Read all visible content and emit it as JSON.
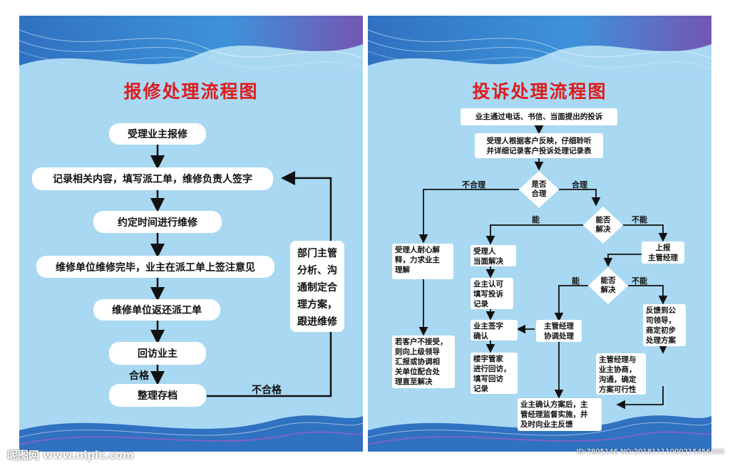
{
  "left": {
    "title": "报修处理流程图",
    "steps": [
      "受理业主报修",
      "记录相关内容，填写派工单，维修负责人签字",
      "约定时间进行维修",
      "维修单位维修完毕，业主在派工单上签注意见",
      "维修单位返还派工单",
      "回访业主",
      "整理存档"
    ],
    "side_box": [
      "部门主管",
      "分析、沟",
      "通制定合",
      "理方案，",
      "跟进维修"
    ],
    "label_pass": "合格",
    "label_fail": "不合格"
  },
  "right": {
    "title": "投诉处理流程图",
    "n1": "业主通过电话、书信、当面提出的投诉",
    "n2a": "受理人根据客户反映，仔细聆听",
    "n2b": "并详细记录客户投诉处理记录表",
    "d1": [
      "是否",
      "合理"
    ],
    "lbl_unreasonable": "不合理",
    "lbl_reasonable": "合理",
    "d2": [
      "能否",
      "解决"
    ],
    "lbl_can": "能",
    "lbl_cannot": "不能",
    "patient": [
      "受理人耐心解",
      "释，力求业主",
      "理解"
    ],
    "handle": [
      "受理人",
      "当面解决"
    ],
    "report": [
      "上报",
      "主管经理"
    ],
    "d3": [
      "能否",
      "解决"
    ],
    "lbl_can2": "能",
    "lbl_cannot2": "不能",
    "owner_agree": [
      "业主认可",
      "填写投诉",
      "记录"
    ],
    "feedback": [
      "反馈到公",
      "司领导，",
      "商定初步",
      "处理方案"
    ],
    "owner_sign": [
      "业主签字",
      "确认"
    ],
    "coordinate": [
      "主管经理",
      "协调处理"
    ],
    "escalate": [
      "若客户不接受，",
      "则向上级领导",
      "汇报或协调相",
      "关单位配合处",
      "理直至解决"
    ],
    "visit": [
      "楼宇管家",
      "进行回访，",
      "填写回访",
      "记录"
    ],
    "negotiate": [
      "主管经理与",
      "业主协商，",
      "沟通，确定",
      "方案可行性"
    ],
    "confirm": [
      "业主确认方案后，主",
      "管经理监督实施，并",
      "及时向业主反馈"
    ]
  },
  "watermark": {
    "site": "昵图网 www.nipic.com",
    "id": "ID:7805146 NO:20181111000215456000"
  },
  "colors": {
    "title": "#e01b1b",
    "panel": "#a8d8f2",
    "arrow": "#111111"
  }
}
